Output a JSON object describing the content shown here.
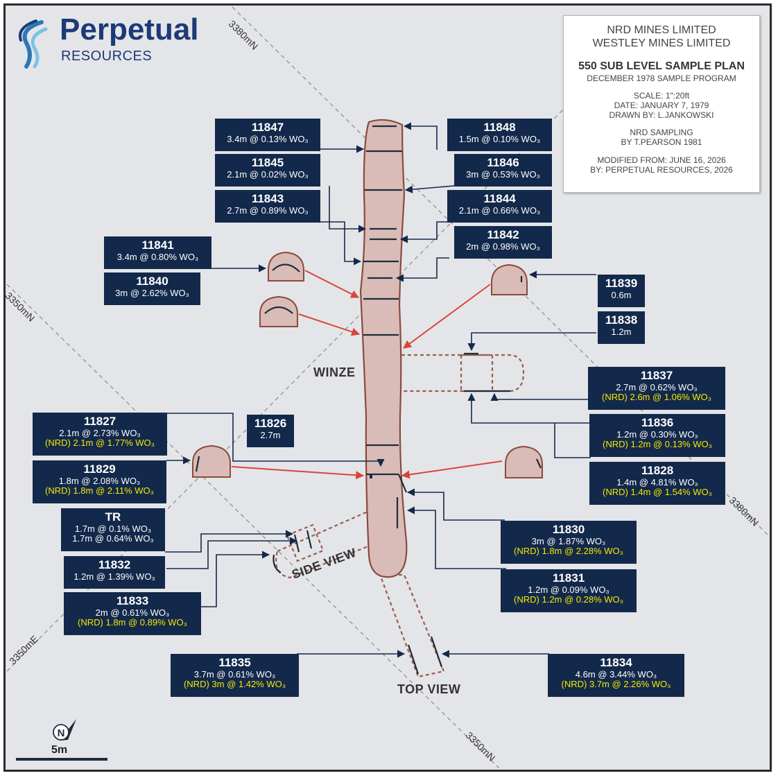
{
  "logo": {
    "name": "Perpetual",
    "sub": "RESOURCES"
  },
  "title_block": {
    "company1": "NRD MINES LIMITED",
    "company2": "WESTLEY MINES LIMITED",
    "plan_title": "550 SUB LEVEL SAMPLE PLAN",
    "program": "DECEMBER 1978 SAMPLE PROGRAM",
    "scale": "SCALE: 1\":20ft",
    "date": "DATE: JANUARY 7, 1979",
    "drawn": "DRAWN BY: L.JANKOWSKI",
    "sampling1": "NRD SAMPLING",
    "sampling2": "BY T.PEARSON 1981",
    "modified1": "MODIFIED FROM: JUNE 16, 2026",
    "modified2": "BY: PERPETUAL RESOURCES, 2026"
  },
  "grid_labels": {
    "n3380_top": "3380mN",
    "n3350_left": "3350mN",
    "n3380_right": "3380mN",
    "e3350": "3350mE",
    "n3350_bottom": "3350mN"
  },
  "feature_labels": {
    "winze": "WINZE",
    "side_view": "SIDE VIEW",
    "top_view": "TOP VIEW"
  },
  "scale_bar": {
    "label": "5m"
  },
  "north_arrow": {
    "label": "N"
  },
  "colors": {
    "box_bg": "#13294b",
    "nrd_text": "#f5e900",
    "drive_fill": "#d9bcb7",
    "drive_stroke": "#8a4a3c",
    "arrow_red": "#d9453a"
  },
  "samples": {
    "s11847": {
      "id": "11847",
      "result": "3.4m @ 0.13% WO₃"
    },
    "s11848": {
      "id": "11848",
      "result": "1.5m @ 0.10% WO₃"
    },
    "s11845": {
      "id": "11845",
      "result": "2.1m @ 0.02% WO₃"
    },
    "s11846": {
      "id": "11846",
      "result": "3m @ 0.53% WO₃"
    },
    "s11843": {
      "id": "11843",
      "result": "2.7m @ 0.89% WO₃"
    },
    "s11844": {
      "id": "11844",
      "result": "2.1m @ 0.66% WO₃"
    },
    "s11842": {
      "id": "11842",
      "result": "2m @ 0.98% WO₃"
    },
    "s11841": {
      "id": "11841",
      "result": "3.4m @ 0.80% WO₃"
    },
    "s11840": {
      "id": "11840",
      "result": "3m @ 2.62% WO₃"
    },
    "s11839": {
      "id": "11839",
      "result": "0.6m"
    },
    "s11838": {
      "id": "11838",
      "result": "1.2m"
    },
    "s11837": {
      "id": "11837",
      "result": "2.7m @ 0.62% WO₃",
      "nrd": "(NRD) 2.6m @ 1.06% WO₃"
    },
    "s11836": {
      "id": "11836",
      "result": "1.2m @ 0.30% WO₃",
      "nrd": "(NRD) 1.2m @ 0.13% WO₃"
    },
    "s11828": {
      "id": "11828",
      "result": "1.4m @ 4.81% WO₃",
      "nrd": "(NRD) 1.4m @ 1.54% WO₃"
    },
    "s11827": {
      "id": "11827",
      "result": "2.1m @ 2.73% WO₃",
      "nrd": "(NRD) 2.1m @ 1.77% WO₃"
    },
    "s11826": {
      "id": "11826",
      "result": "2.7m"
    },
    "s11829": {
      "id": "11829",
      "result": "1.8m @ 2.08% WO₃",
      "nrd": "(NRD) 1.8m @ 2.11% WO₃"
    },
    "tr": {
      "id": "TR",
      "result": "1.7m @ 0.1% WO₃",
      "result2": "1.7m @ 0.64% WO₃"
    },
    "s11830": {
      "id": "11830",
      "result": "3m @ 1.87% WO₃",
      "nrd": "(NRD) 1.8m @ 2.28% WO₃"
    },
    "s11832": {
      "id": "11832",
      "result": "1.2m @ 1.39% WO₃"
    },
    "s11831": {
      "id": "11831",
      "result": "1.2m @ 0.09% WO₃",
      "nrd": "(NRD) 1.2m @ 0.28% WO₃"
    },
    "s11833": {
      "id": "11833",
      "result": "2m @ 0.61% WO₃",
      "nrd": "(NRD) 1.8m @ 0.89% WO₃"
    },
    "s11835": {
      "id": "11835",
      "result": "3.7m @ 0.61% WO₃",
      "nrd": "(NRD) 3m @ 1.42% WO₃"
    },
    "s11834": {
      "id": "11834",
      "result": "4.6m @ 3.44% WO₃",
      "nrd": "(NRD) 3.7m @ 2.26% WO₃"
    }
  }
}
